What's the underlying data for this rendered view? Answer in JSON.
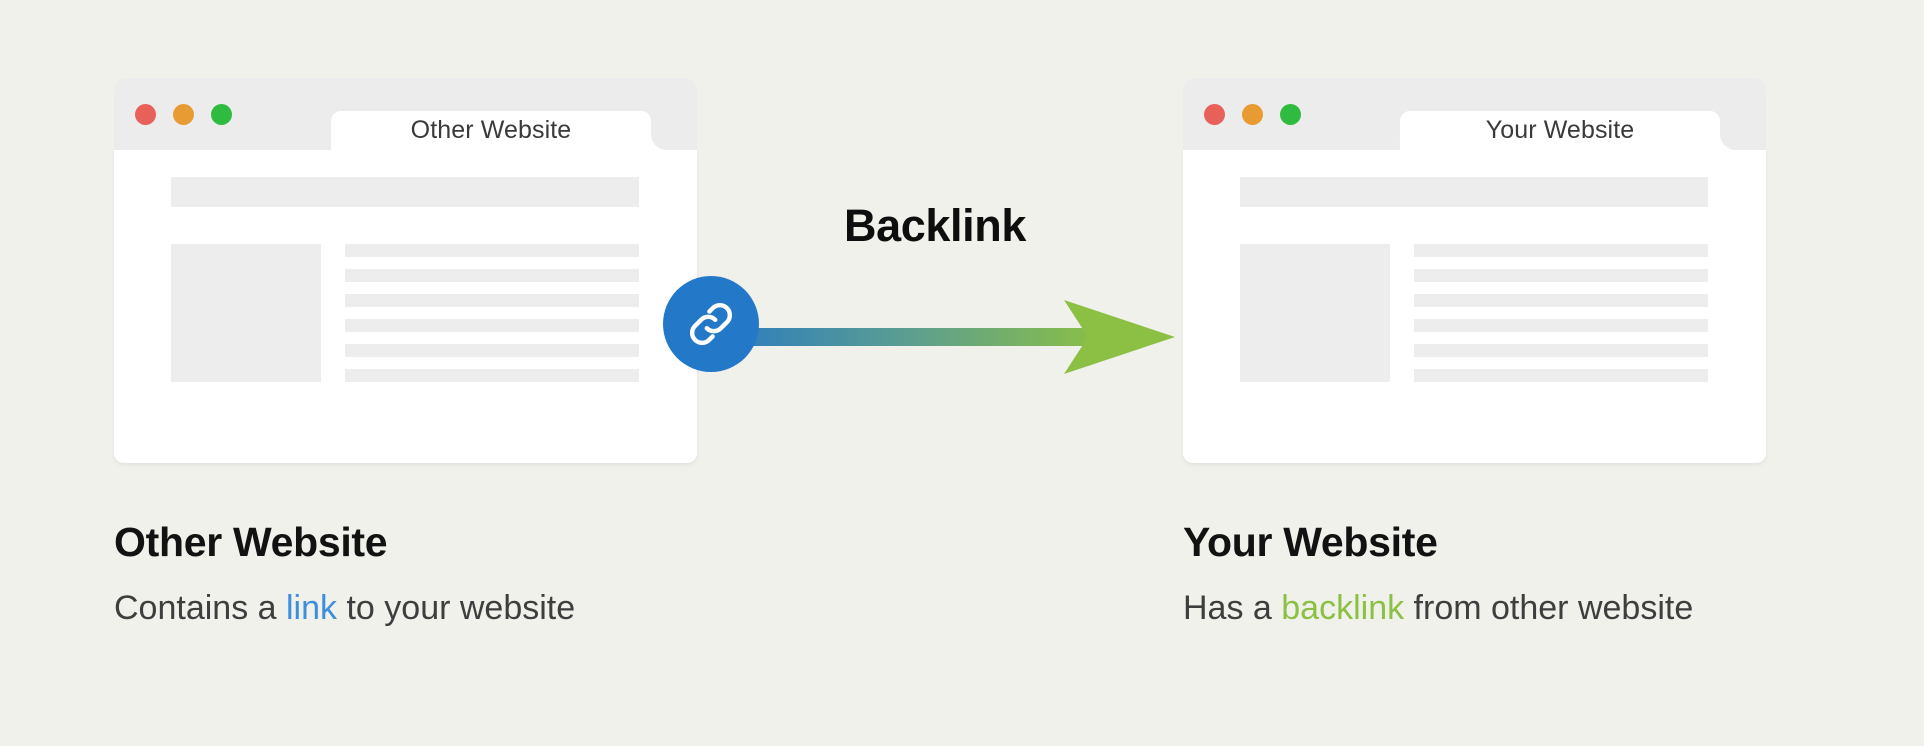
{
  "background_color": "#F1F1EB",
  "colors": {
    "blue": "#2478C8",
    "green": "#8CC044",
    "link_blue": "#3E8EDE",
    "backlink_green": "#8CC044",
    "chrome_gray": "#ECECEC",
    "wireframe_gray": "#EDEDED",
    "dot_red": "#E8605A",
    "dot_yellow": "#E89B32",
    "dot_green": "#2EBB3F",
    "title_black": "#121212",
    "body_gray": "#3E3E3E"
  },
  "panels": {
    "left": {
      "tab_label": "Other Website",
      "window_dots": [
        "close-dot",
        "minimize-dot",
        "maximize-dot"
      ],
      "wireframe": {
        "header_block": true,
        "thumbnail_block": true,
        "text_line_count": 6
      },
      "badge_icon": "link-icon",
      "caption_title": "Other Website",
      "caption_parts": [
        {
          "text": "Contains a ",
          "highlight": "none"
        },
        {
          "text": "link",
          "highlight": "blue"
        },
        {
          "text": " to your website",
          "highlight": "none"
        }
      ]
    },
    "right": {
      "tab_label": "Your Website",
      "window_dots": [
        "close-dot",
        "minimize-dot",
        "maximize-dot"
      ],
      "wireframe": {
        "header_block": true,
        "thumbnail_block": true,
        "text_line_count": 6
      },
      "caption_title": "Your Website",
      "caption_parts": [
        {
          "text": "Has a ",
          "highlight": "none"
        },
        {
          "text": "backlink",
          "highlight": "green"
        },
        {
          "text": " from other website",
          "highlight": "none"
        }
      ]
    }
  },
  "connector": {
    "label": "Backlink",
    "icon": "arrow-right-icon",
    "gradient_from": "#2478C8",
    "gradient_to": "#8CC044",
    "direction": "left-to-right"
  }
}
